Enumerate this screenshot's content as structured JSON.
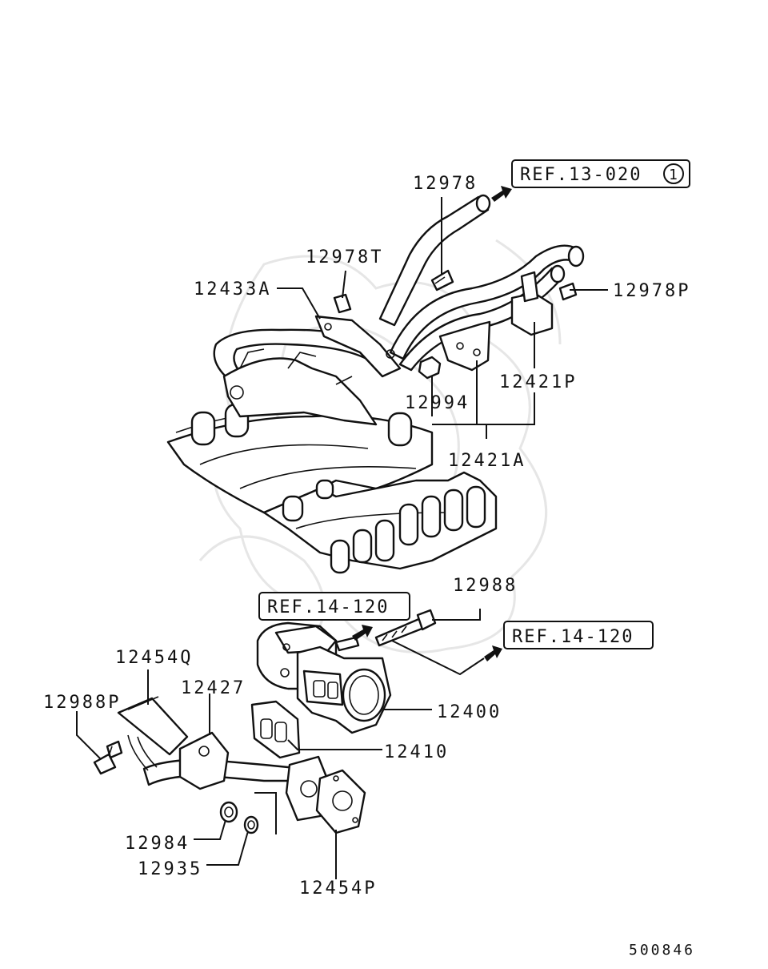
{
  "diagram": {
    "references": [
      {
        "id": "ref-13-020",
        "text": "REF.13-020",
        "circle": "1"
      },
      {
        "id": "ref-14-120-a",
        "text": "REF.14-120"
      },
      {
        "id": "ref-14-120-b",
        "text": "REF.14-120"
      }
    ],
    "parts": {
      "p12978": "12978",
      "p12978T": "12978T",
      "p12433A": "12433A",
      "p12978P": "12978P",
      "p12421P": "12421P",
      "p12994": "12994",
      "p12421A": "12421A",
      "p12988": "12988",
      "p12454Q": "12454Q",
      "p12427": "12427",
      "p12988P": "12988P",
      "p12400": "12400",
      "p12410": "12410",
      "p12984": "12984",
      "p12935": "12935",
      "p12454P": "12454P"
    },
    "drawing_number": "500846"
  }
}
